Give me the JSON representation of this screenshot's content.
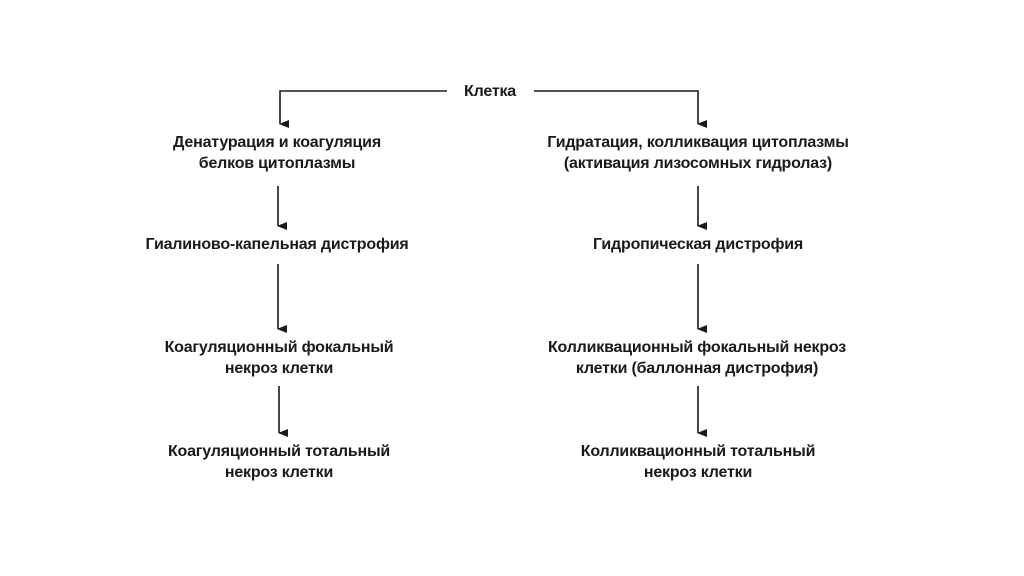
{
  "diagram": {
    "root": {
      "label": "Клетка"
    },
    "left_branch": [
      {
        "lines": [
          "Денатурация и коагуляция",
          "белков цитоплазмы"
        ]
      },
      {
        "lines": [
          "Гиалиново-капельная дистрофия"
        ]
      },
      {
        "lines": [
          "Коагуляционный фокальный",
          "некроз клетки"
        ]
      },
      {
        "lines": [
          "Коагуляционный тотальный",
          "некроз клетки"
        ]
      }
    ],
    "right_branch": [
      {
        "lines": [
          "Гидратация, колликвация цитоплазмы",
          "(активация лизосомных гидролаз)"
        ]
      },
      {
        "lines": [
          "Гидропическая дистрофия"
        ]
      },
      {
        "lines": [
          "Колликвационный фокальный некроз",
          "клетки (баллонная дистрофия)"
        ]
      },
      {
        "lines": [
          "Колликвационный тотальный",
          "некроз клетки"
        ]
      }
    ],
    "colors": {
      "line": "#1a1a1a",
      "text": "#1a1a1a",
      "background": "#ffffff"
    }
  }
}
